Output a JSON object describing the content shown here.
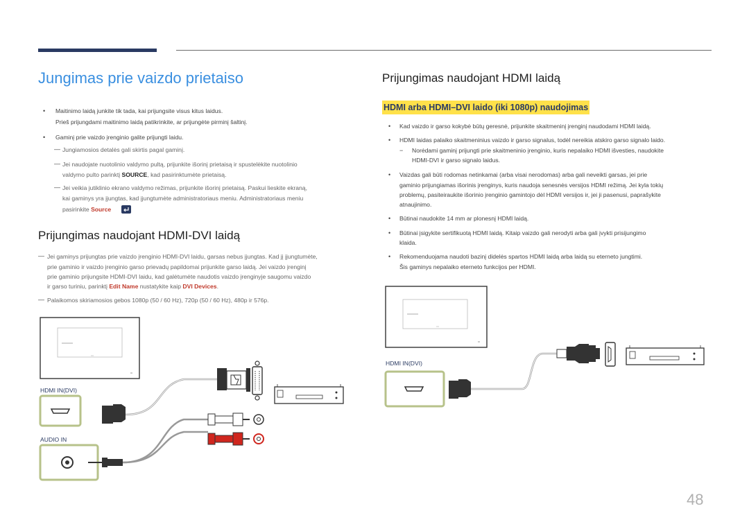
{
  "header": {
    "title": "Jungimas prie vaizdo prietaiso"
  },
  "left": {
    "intro": {
      "b1a": "Maitinimo laidą junkite tik tada, kai prijungsite visus kitus laidus.",
      "b1b": "Prieš prijungdami maitinimo laidą patikrinkite, ar prijungėte pirminį šaltinį.",
      "b2": "Gaminį prie vaizdo įrenginio galite prijungti laidu.",
      "n1": "Jungiamosios detalės gali skirtis pagal gaminį.",
      "n2a": "Jei naudojate nuotolinio valdymo pultą, prijunkite išorinį prietaisą ir spustelėkite nuotolinio",
      "n2b_pre": "valdymo pulto parinktį ",
      "n2b_kw": "SOURCE",
      "n2b_post": ", kad pasirinktumėte prietaisą.",
      "n3a": "Jei veikia jutiklinio ekrano valdymo režimas, prijunkite išorinį prietaisą. Paskui lieskite ekraną,",
      "n3b": "kai gaminys yra įjungtas, kad įjungtumėte administratoriaus meniu. Administratoriaus meniu",
      "n3c_pre": "pasirinkite ",
      "n3c_kw": "Source"
    },
    "hdmi_dvi": {
      "title": "Prijungimas naudojant HDMI-DVI laidą",
      "n1a": "Jei gaminys prijungtas prie vaizdo įrenginio HDMI-DVI laidu, garsas nebus įjungtas. Kad jį įjungtumėte,",
      "n1b": "prie gaminio ir vaizdo įrenginio garso prievadų papildomai prijunkite garso laidą. Jei vaizdo įrenginį",
      "n1c": "prie gaminio prijungsite HDMI-DVI laidu, kad galėtumėte naudotis vaizdo įrenginyje saugomu vaizdo",
      "n1d_pre": "ir garso turiniu, parinktį ",
      "n1d_kw1": "Edit Name",
      "n1d_mid": " nustatykite kaip ",
      "n1d_kw2": "DVI Devices",
      "n1d_post": ".",
      "n2": "Palaikomos skiriamosios gebos 1080p (50 / 60 Hz), 720p (50 / 60 Hz), 480p ir 576p.",
      "port1": "HDMI IN(DVI)",
      "port2": "AUDIO IN"
    }
  },
  "right": {
    "title": "Prijungimas naudojant HDMI laidą",
    "highlight": "HDMI arba HDMI–DVI laido (iki 1080p) naudojimas",
    "b1": "Kad vaizdo ir garso kokybė būtų geresnė, prijunkite skaitmeninį įrenginį naudodami HDMI laidą.",
    "b2": "HDMI laidas palaiko skaitmeninius vaizdo ir garso signalus, todėl nereikia atskiro garso signalo laido.",
    "b2n_a": "Norėdami gaminį prijungti prie skaitmeninio įrenginio, kuris nepalaiko HDMI išvesties, naudokite",
    "b2n_b": "HDMI-DVI ir garso signalo laidus.",
    "b3a": "Vaizdas gali būti rodomas netinkamai (arba visai nerodomas) arba gali neveikti garsas, jei prie",
    "b3b": "gaminio prijungiamas išorinis įrenginys, kuris naudoja senesnės versijos HDMI režimą. Jei kyla tokių",
    "b3c": "problemų, pasiteiraukite išorinio įrenginio gamintojo dėl HDMI versijos ir, jei ji pasenusi, paprašykite",
    "b3d": "atnaujinimo.",
    "b4": "Būtinai naudokite 14 mm ar plonesnį HDMI laidą.",
    "b5a": "Būtinai įsigykite sertifikuotą HDMI laidą. Kitaip vaizdo gali nerodyti arba gali įvykti prisijungimo",
    "b5b": "klaida.",
    "b6a": "Rekomenduojama naudoti bazinį didelės spartos HDMI laidą arba laidą su eterneto jungtimi.",
    "b6b": "Šis gaminys nepalaiko eterneto funkcijos per HDMI.",
    "port": "HDMI IN(DVI)"
  },
  "page_number": "48",
  "colors": {
    "accent": "#3a8fe0",
    "highlight": "#ffe14a",
    "port_frame": "#b7c28a",
    "audio_red": "#d0261e"
  }
}
